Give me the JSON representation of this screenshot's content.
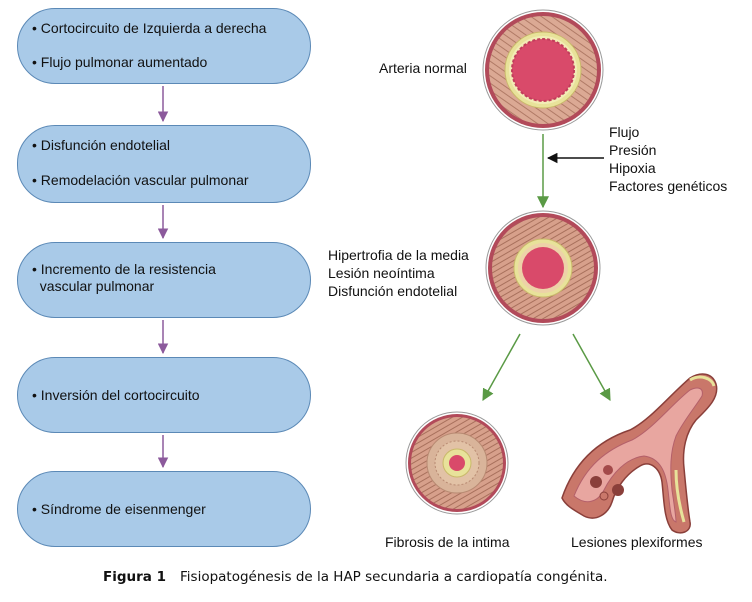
{
  "flowchart": {
    "boxes": [
      {
        "lines": [
          "• Cortocircuito de Izquierda a derecha",
          "• Flujo pulmonar aumentado"
        ]
      },
      {
        "lines": [
          "• Disfunción endotelial",
          "• Remodelación vascular pulmonar"
        ]
      },
      {
        "lines": [
          "• Incremento de la resistencia",
          "  vascular pulmonar"
        ]
      },
      {
        "lines": [
          "• Inversión del cortocircuito"
        ]
      },
      {
        "lines": [
          "• Síndrome de eisenmenger"
        ]
      }
    ]
  },
  "illustration": {
    "normal_artery_label": "Arteria normal",
    "factors": [
      "Flujo",
      "Presión",
      "Hipoxia",
      "Factores genéticos"
    ],
    "remodeled_artery_labels": [
      "Hipertrofia de la media",
      "Lesión neoíntima",
      "Disfunción endotelial"
    ],
    "fibrosis_label": "Fibrosis de la intima",
    "plexiform_label": "Lesiones plexiformes"
  },
  "caption": {
    "figure": "Figura 1",
    "text": "Fisiopatogénesis de la HAP secundaria a cardiopatía congénita."
  },
  "colors": {
    "box_fill": "#a9cae8",
    "box_border": "#5b89b6",
    "flow_arrow": "#8c5a9c",
    "green_arrow": "#5a9a45",
    "vessel_wall": "#d9a98f",
    "lumen": "#d94a6a",
    "elastic_ring": "#e8e29a"
  }
}
